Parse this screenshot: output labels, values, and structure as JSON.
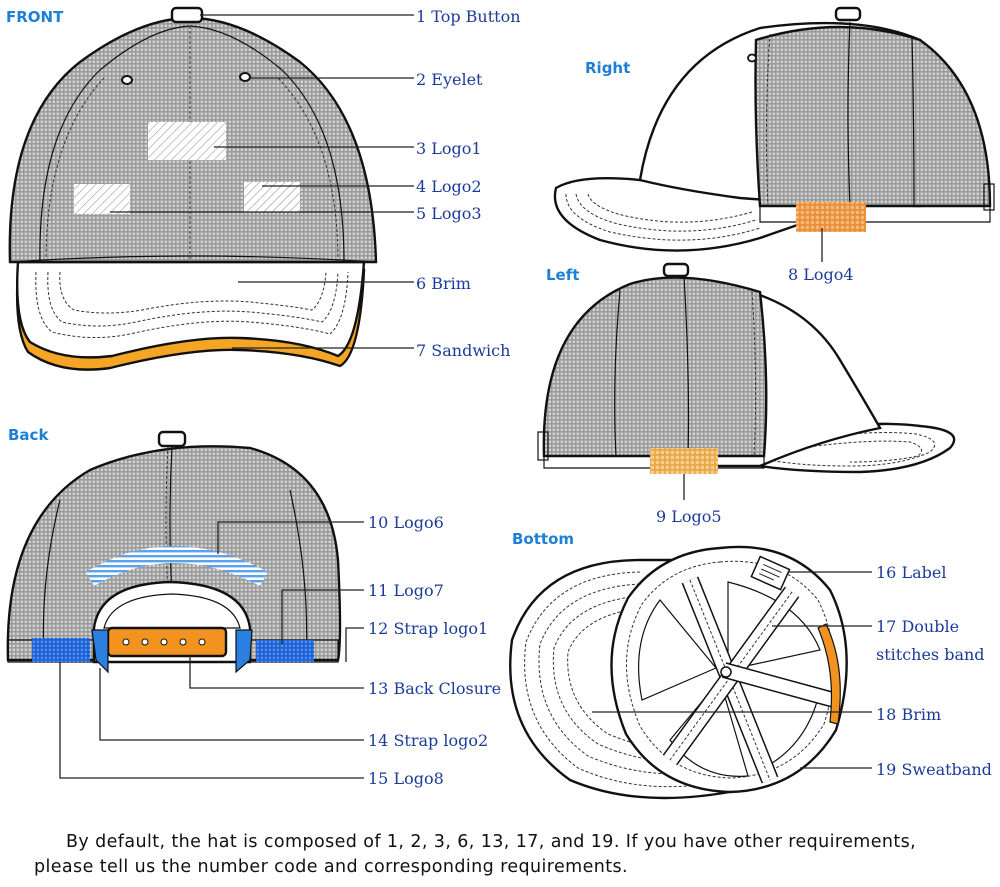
{
  "views": {
    "front": "FRONT",
    "right": "Right",
    "left": "Left",
    "back": "Back",
    "bottom": "Bottom"
  },
  "callouts": {
    "c1": "1  Top Button",
    "c2": "2  Eyelet",
    "c3": "3  Logo1",
    "c4": "4  Logo2",
    "c5": "5  Logo3",
    "c6": "6  Brim",
    "c7": "7  Sandwich",
    "c8": "8  Logo4",
    "c9": "9  Logo5",
    "c10": "10  Logo6",
    "c11": "11  Logo7",
    "c12": "12  Strap logo1",
    "c13": "13  Back Closure",
    "c14": "14  Strap logo2",
    "c15": "15  Logo8",
    "c16": "16  Label",
    "c17a": "17  Double",
    "c17b": "stitches band",
    "c18": "18  Brim",
    "c19": "19  Sweatband"
  },
  "footer": {
    "line1": "By default, the hat is composed of 1, 2, 3, 6, 13, 17, and 19. If you have other requirements,",
    "line2": "please tell us the number code and corresponding requirements."
  },
  "colors": {
    "title_blue": "#1e7fd6",
    "callout_blue": "#1b3a9a",
    "sandwich_orange": "#f4a526",
    "logo_orange": "#f0a24a",
    "closure_orange": "#f3931f",
    "strap_blue": "#2a7fe0",
    "mesh_gray": "#a9a9a9"
  }
}
